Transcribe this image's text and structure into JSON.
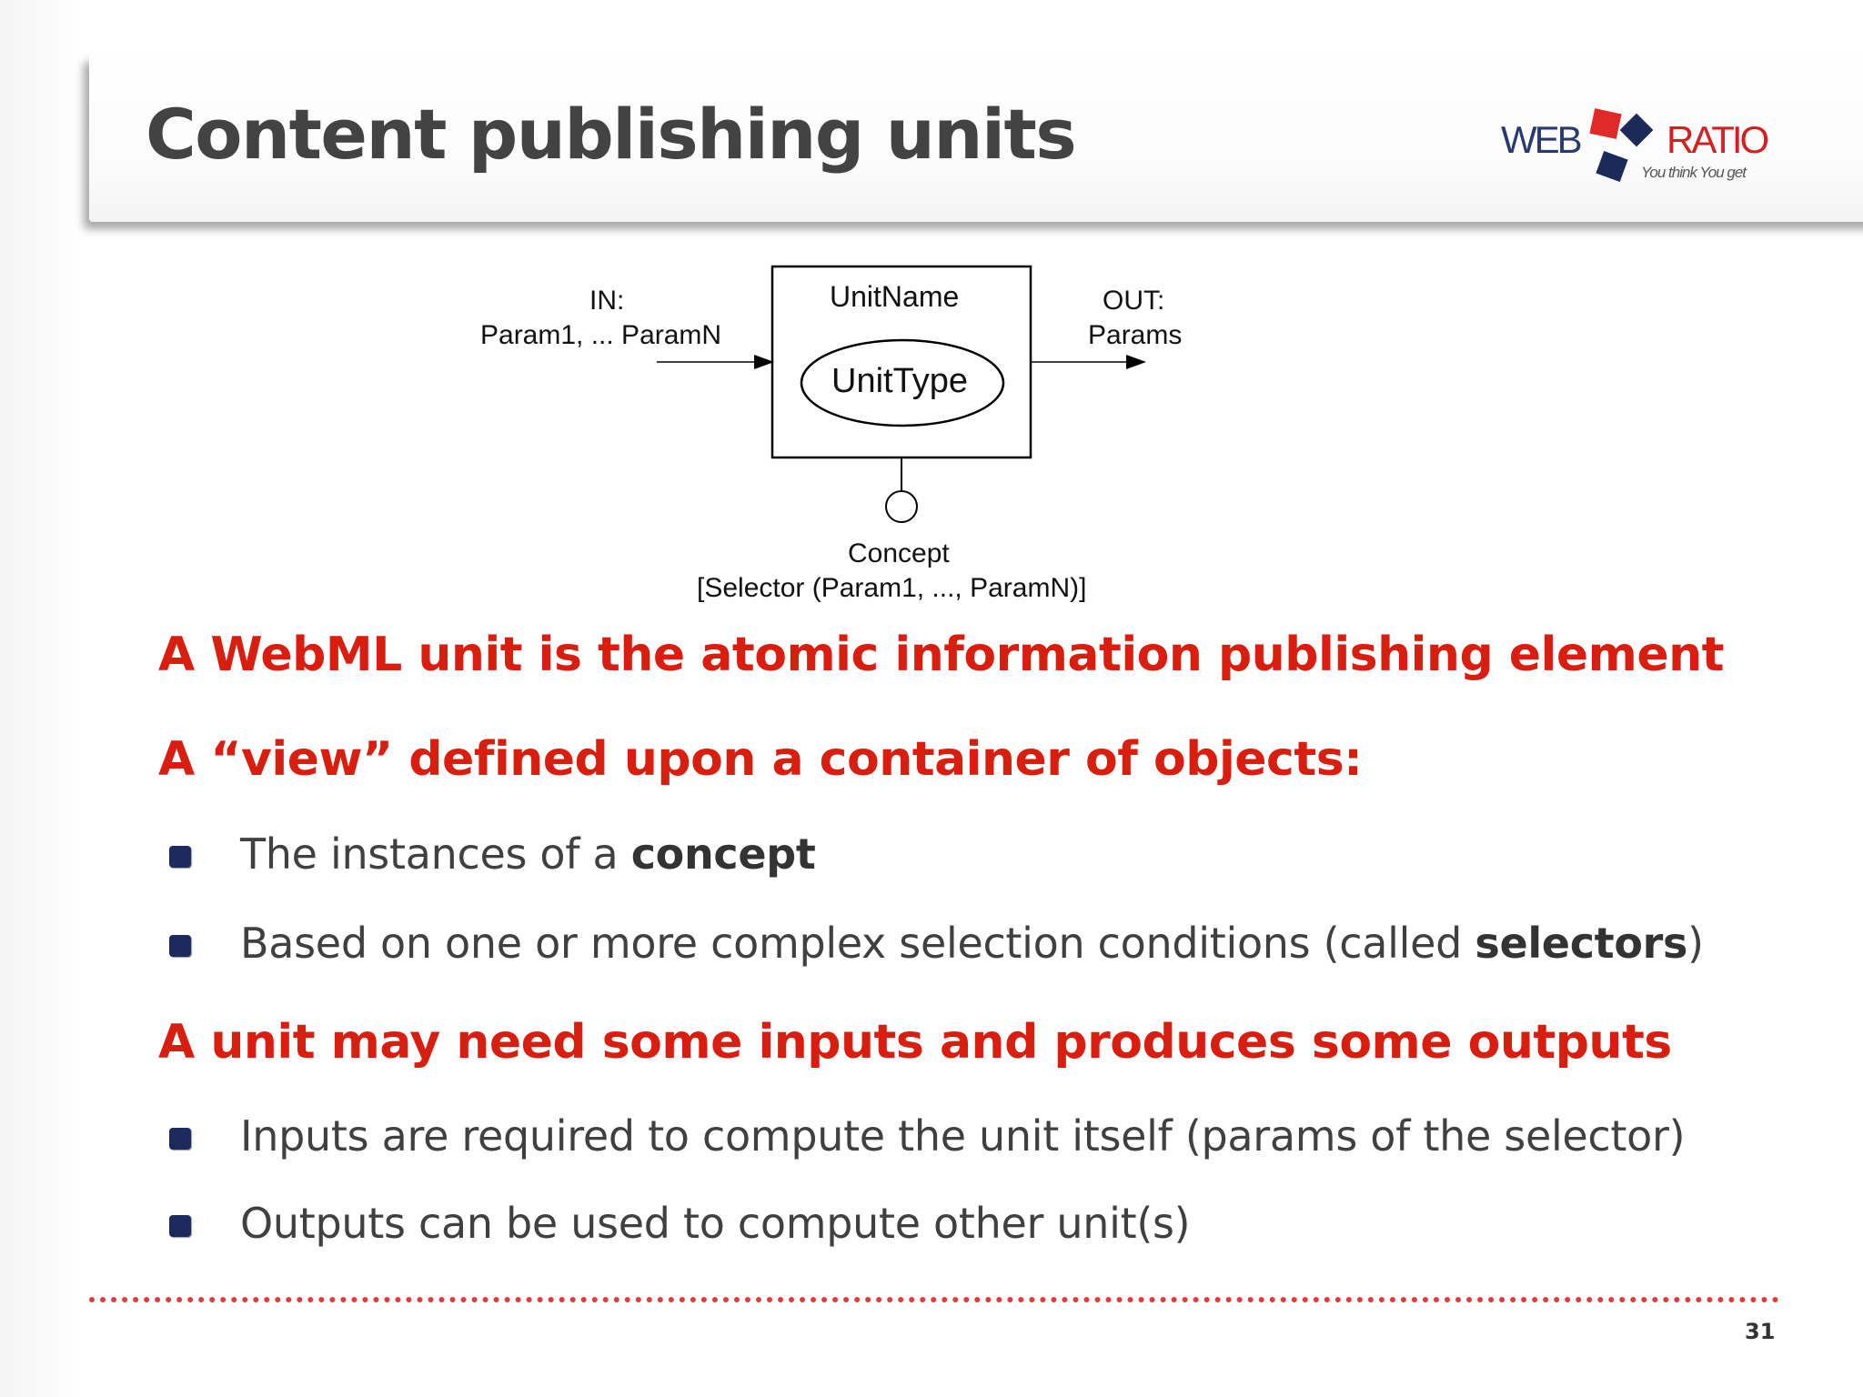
{
  "slide": {
    "title": "Content publishing units",
    "page_number": "31"
  },
  "logo": {
    "left_text": "WEB",
    "right_text": "RATIO",
    "tagline": "You think You get"
  },
  "diagram": {
    "in_label": "IN:",
    "in_params": "Param1, ... ParamN",
    "unit_name": "UnitName",
    "unit_type": "UnitType",
    "out_label": "OUT:",
    "out_params": "Params",
    "concept": "Concept",
    "selector": "[Selector (Param1, ..., ParamN)]"
  },
  "content": {
    "heading1": "A WebML unit is the atomic information publishing element",
    "heading2": "A “view” defined upon a container of objects:",
    "bullets1": [
      {
        "text": "The instances of a ",
        "bold": "concept",
        "after": ""
      },
      {
        "text": "Based on one or more complex selection conditions (called ",
        "bold": "selectors",
        "after": ")"
      }
    ],
    "heading3": "A unit may need some inputs and produces some outputs",
    "bullets2": [
      {
        "text": "Inputs are required to compute the unit itself (params of the selector)"
      },
      {
        "text": "Outputs can be used to compute other unit(s)"
      }
    ]
  }
}
